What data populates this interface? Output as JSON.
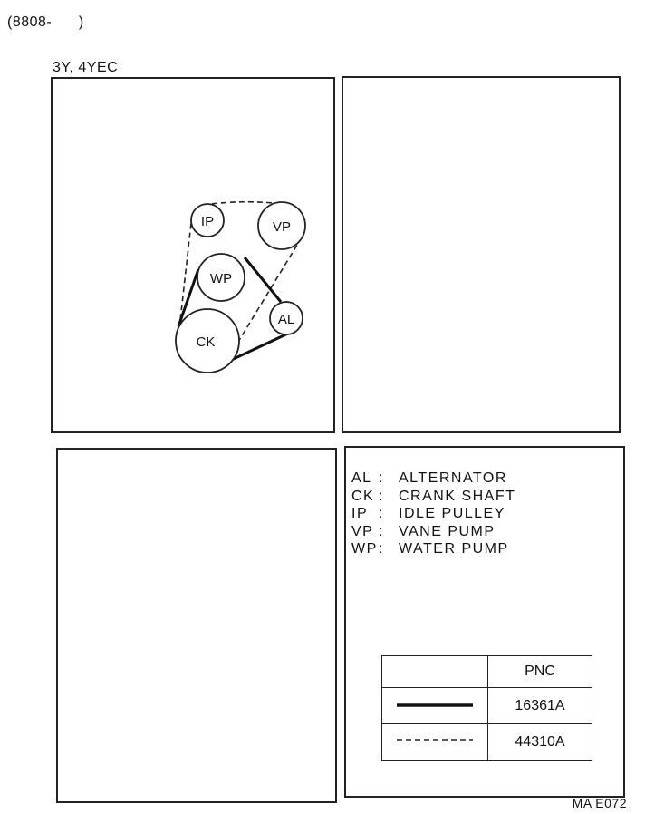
{
  "header": {
    "date_range": "(8808-      )",
    "engine": "3Y, 4YEC"
  },
  "diagram": {
    "pulleys": [
      {
        "id": "IP",
        "label": "IP"
      },
      {
        "id": "VP",
        "label": "VP"
      },
      {
        "id": "WP",
        "label": "WP"
      },
      {
        "id": "AL",
        "label": "AL"
      },
      {
        "id": "CK",
        "label": "CK"
      }
    ]
  },
  "legend": [
    {
      "abbr": "AL",
      "name": "ALTERNATOR"
    },
    {
      "abbr": "CK",
      "name": "CRANK SHAFT"
    },
    {
      "abbr": "IP",
      "name": "IDLE PULLEY"
    },
    {
      "abbr": "VP",
      "name": "VANE PUMP"
    },
    {
      "abbr": "WP",
      "name": "WATER PUMP"
    }
  ],
  "pnc_table": {
    "header": "PNC",
    "rows": [
      {
        "line_style": "solid",
        "pnc": "16361A"
      },
      {
        "line_style": "dashed",
        "pnc": "44310A"
      }
    ]
  },
  "figure_code": "MA E072"
}
